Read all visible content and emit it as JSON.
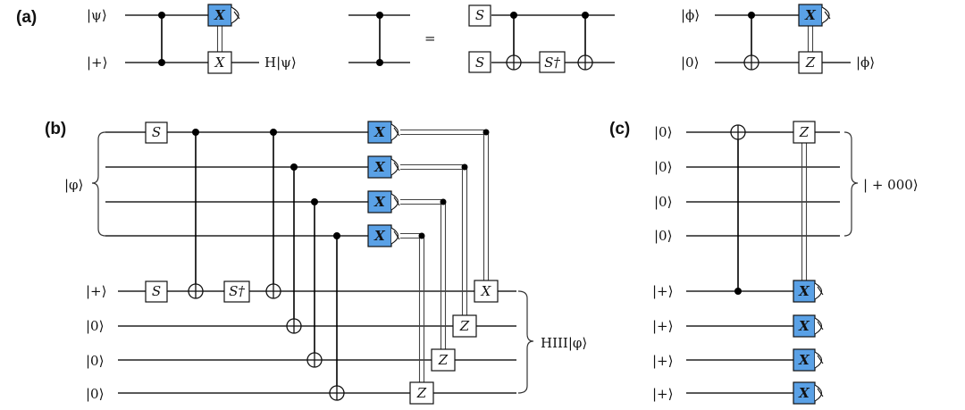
{
  "panels": {
    "a": "(a)",
    "b": "(b)",
    "c": "(c)"
  },
  "a1": {
    "in_top": "|ψ⟩",
    "in_bot": "|+⟩",
    "gate_top": "X",
    "gate_bot": "X",
    "out_bot": "H|ψ⟩"
  },
  "a2": {
    "equals": "=",
    "s1": "S",
    "s2": "S",
    "sdag": "S†"
  },
  "a3": {
    "in_top": "|ϕ⟩",
    "in_bot": "|0⟩",
    "gate_top": "X",
    "gate_bot": "Z",
    "out_bot": "|ϕ⟩"
  },
  "b": {
    "s_top": "S",
    "s_anc": "S",
    "sdag": "S†",
    "meas": [
      "X",
      "X",
      "X",
      "X"
    ],
    "group_in": "|φ⟩",
    "anc_in": [
      "|+⟩",
      "|0⟩",
      "|0⟩",
      "|0⟩"
    ],
    "corr": [
      "X",
      "Z",
      "Z",
      "Z"
    ],
    "out": "HIII|φ⟩"
  },
  "c": {
    "in_top": [
      "|0⟩",
      "|0⟩",
      "|0⟩",
      "|0⟩"
    ],
    "in_bot": [
      "|+⟩",
      "|+⟩",
      "|+⟩",
      "|+⟩"
    ],
    "gate_z": "Z",
    "meas": [
      "X",
      "X",
      "X",
      "X"
    ],
    "out": "| + 000⟩"
  }
}
